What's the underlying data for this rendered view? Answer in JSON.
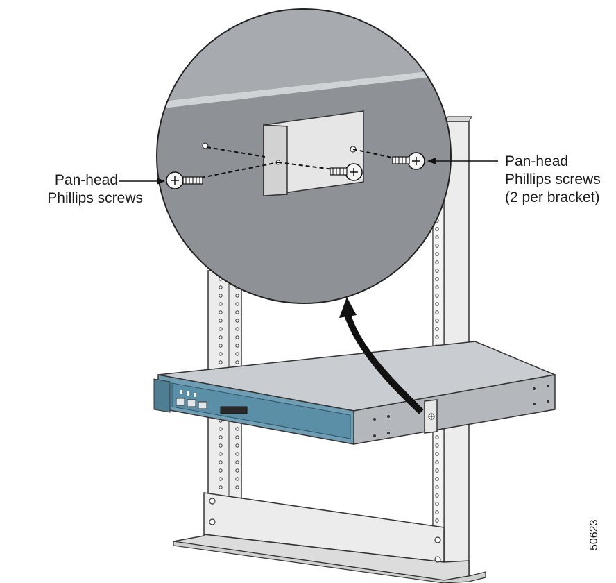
{
  "callouts": {
    "left": {
      "line1": "Pan-head",
      "line2": "Phillips screws"
    },
    "right": {
      "line1": "Pan-head",
      "line2": "Phillips screws",
      "line3": "(2 per bracket)"
    }
  },
  "figure_id": "50623",
  "colors": {
    "rack_fill": "#ebebeb",
    "rack_stroke": "#333333",
    "device_top": "#c9ccd0",
    "device_side": "#b4b7bb",
    "device_front_panel": "#5b8fa8",
    "zoom_background": "#9a9ea3",
    "bracket_fill": "#e6e6e6",
    "arrow_fill": "#111111"
  },
  "icons": [
    "pan-head-screw-icon",
    "mounting-bracket-icon",
    "curved-arrow-icon"
  ]
}
